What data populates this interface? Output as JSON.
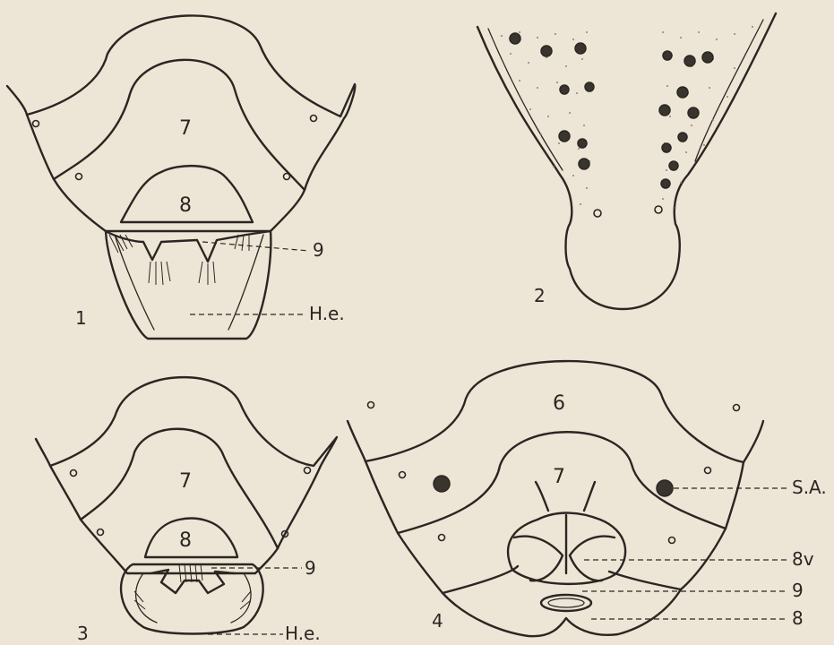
{
  "figure_1": {
    "number": "1",
    "segment_labels": [
      "7",
      "8"
    ],
    "callouts": [
      "9",
      "H.e."
    ]
  },
  "figure_2": {
    "number": "2"
  },
  "figure_3": {
    "number": "3",
    "segment_labels": [
      "7",
      "8"
    ],
    "callouts": [
      "9",
      "H.e."
    ]
  },
  "figure_4": {
    "number": "4",
    "segment_labels": [
      "6",
      "7"
    ],
    "callouts": [
      "S.A.",
      "8v",
      "9",
      "8"
    ]
  },
  "colors": {
    "paper": "#ede6d6",
    "ink": "#2b2622"
  }
}
